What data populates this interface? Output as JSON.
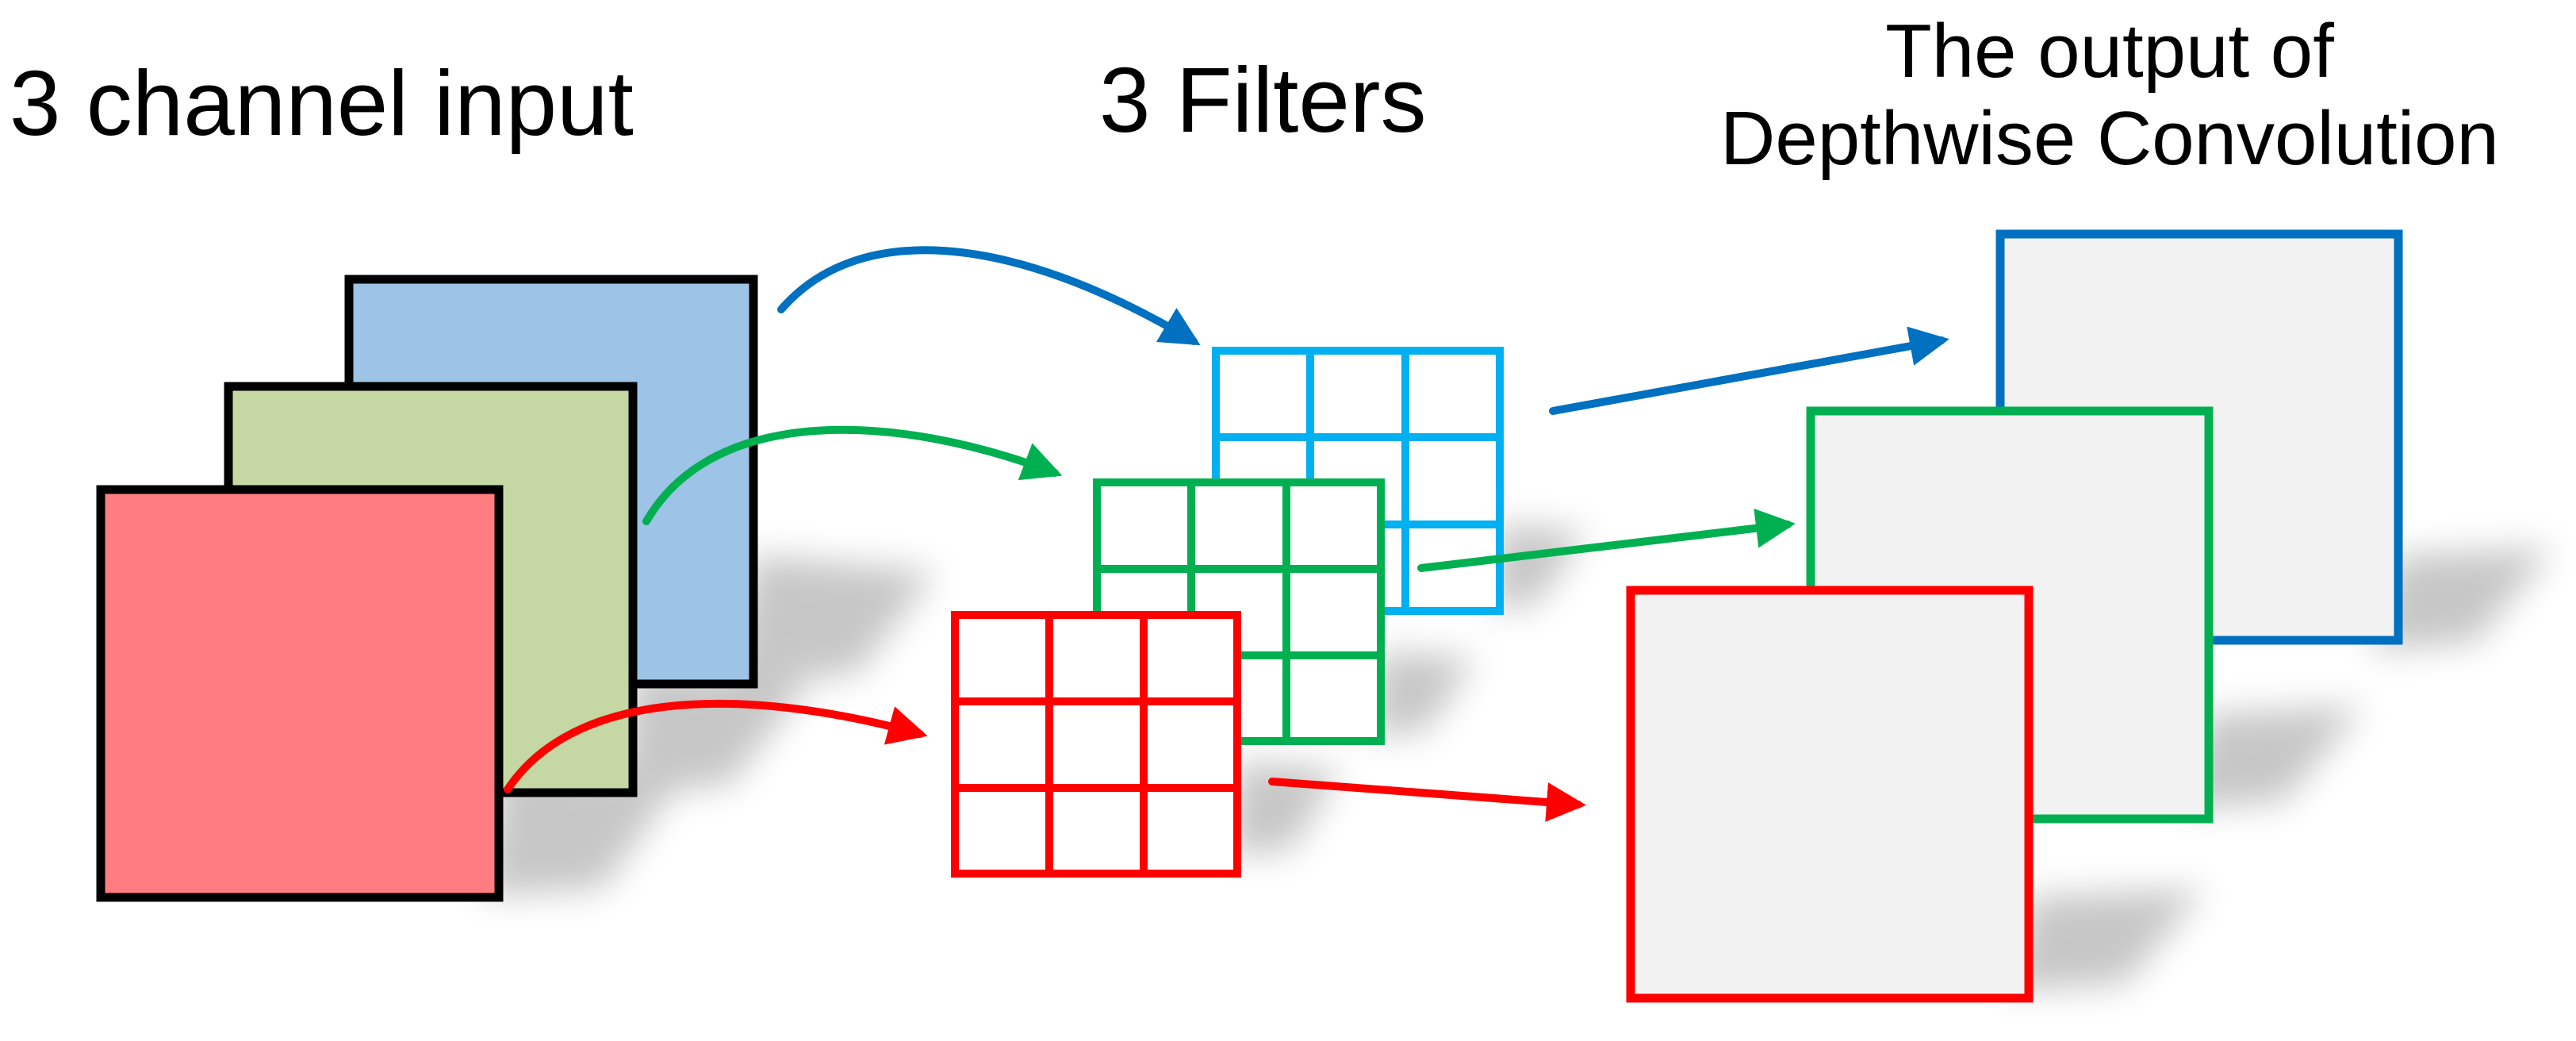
{
  "titles": {
    "input": "3 channel input",
    "filters": "3 Filters",
    "output_line1": "The output of",
    "output_line2": "Depthwise Convolution"
  },
  "colors": {
    "channel_blue": "#9DC3E6",
    "channel_green": "#C5D8A4",
    "channel_red": "#FF7C80",
    "filter_blue": "#00B0F0",
    "filter_green": "#00B050",
    "filter_red": "#FF0000",
    "arrow_blue": "#0070C0",
    "arrow_green": "#00B050",
    "arrow_red": "#FF0000",
    "output_blue": "#0070C0",
    "output_green": "#00B050",
    "output_red": "#FF0000",
    "output_fill": "#F2F2F2",
    "outline": "#000000"
  },
  "filter_grid": {
    "rows": 3,
    "cols": 3
  }
}
